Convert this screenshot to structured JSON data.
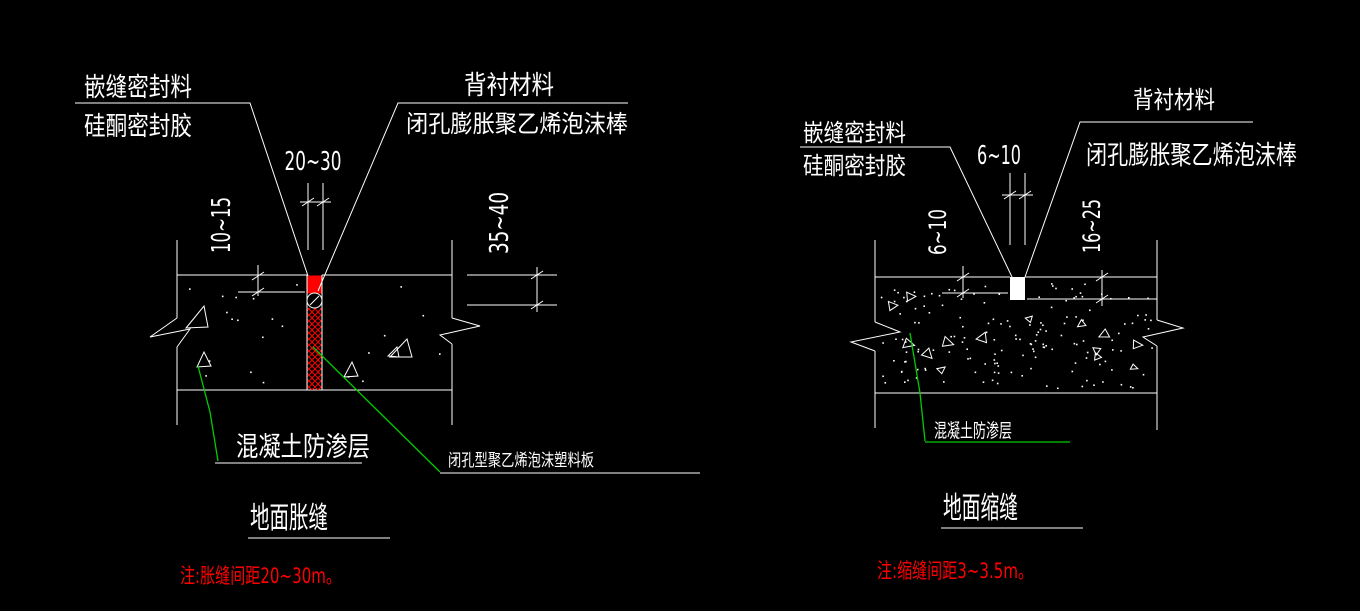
{
  "drawing": {
    "colors": {
      "background": "#000000",
      "line": "#ffffff",
      "red": "#ff0000",
      "green": "#00cc00"
    }
  },
  "expansion_detail": {
    "labels": {
      "sealant_line1": "嵌缝密封料",
      "sealant_line2": "硅酮密封胶",
      "backer_line1": "背衬材料",
      "backer_line2": "闭孔膨胀聚乙烯泡沫棒",
      "concrete_layer": "混凝土防渗层",
      "foam_board": "闭孔型聚乙烯泡沫塑料板"
    },
    "dims": {
      "joint_width": "20~30",
      "sealant_depth": "10~15",
      "filler_depth": "35~40"
    },
    "title": "地面胀缝",
    "note": "注:胀缝间距20~30m。"
  },
  "contraction_detail": {
    "labels": {
      "sealant_line1": "嵌缝密封料",
      "sealant_line2": "硅酮密封胶",
      "backer_line1": "背衬材料",
      "backer_line2": "闭孔膨胀聚乙烯泡沫棒",
      "concrete_layer": "混凝土防渗层"
    },
    "dims": {
      "joint_width": "6~10",
      "sealant_depth": "6~10",
      "groove_depth": "16~25"
    },
    "title": "地面缩缝",
    "note": "注:缩缝间距3~3.5m。"
  }
}
